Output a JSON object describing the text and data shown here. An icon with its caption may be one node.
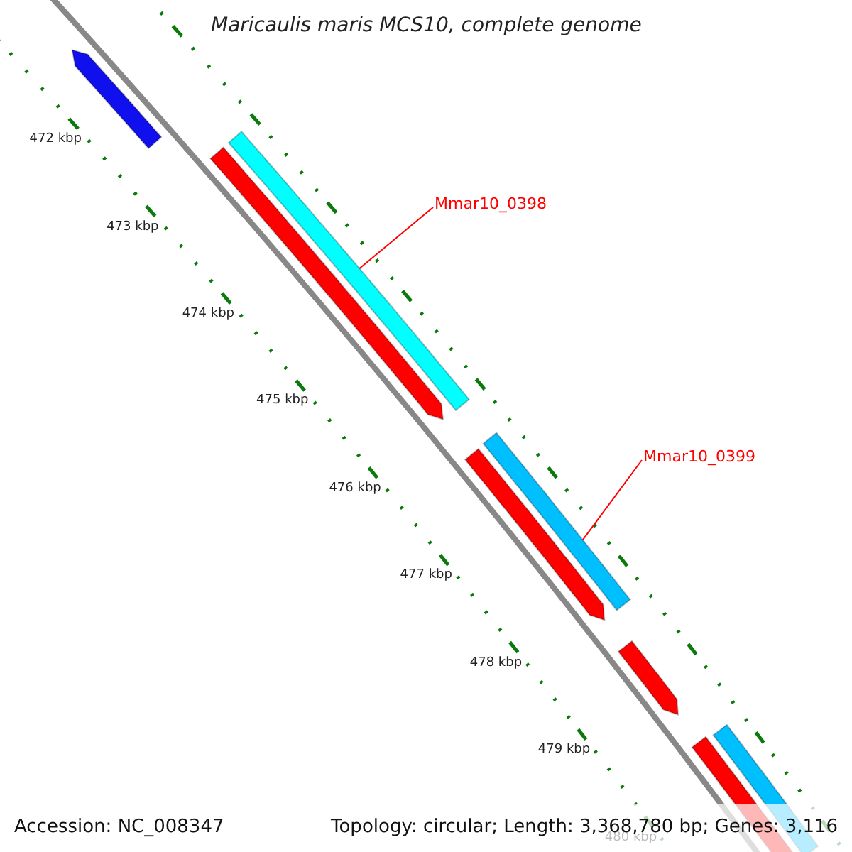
{
  "diagram": {
    "title": "Maricaulis maris MCS10, complete genome",
    "nodes": [
      {
        "text": [
          "Mmar10_0398"
        ]
      },
      {
        "text": [],
        "shape": "bar"
      },
      {
        "text": [
          "Mmar10_0399"
        ]
      },
      {
        "text": [],
        "shape": "bar"
      }
    ],
    "edges": [
      {
        "from": 0,
        "to": 1,
        "arrow": "none",
        "color": "#ff0000"
      },
      {
        "from": 2,
        "to": 3,
        "arrow": "none",
        "color": "#ff0000"
      }
    ],
    "labels": [
      "472 kbp",
      "473 kbp",
      "474 kbp",
      "475 kbp",
      "476 kbp",
      "477 kbp",
      "478 kbp",
      "479 kbp",
      "480 kbp",
      "Accession: NC_008347",
      "Topology: circular; Length: 3,368,780 bp; Genes: 3,116"
    ]
  }
}
